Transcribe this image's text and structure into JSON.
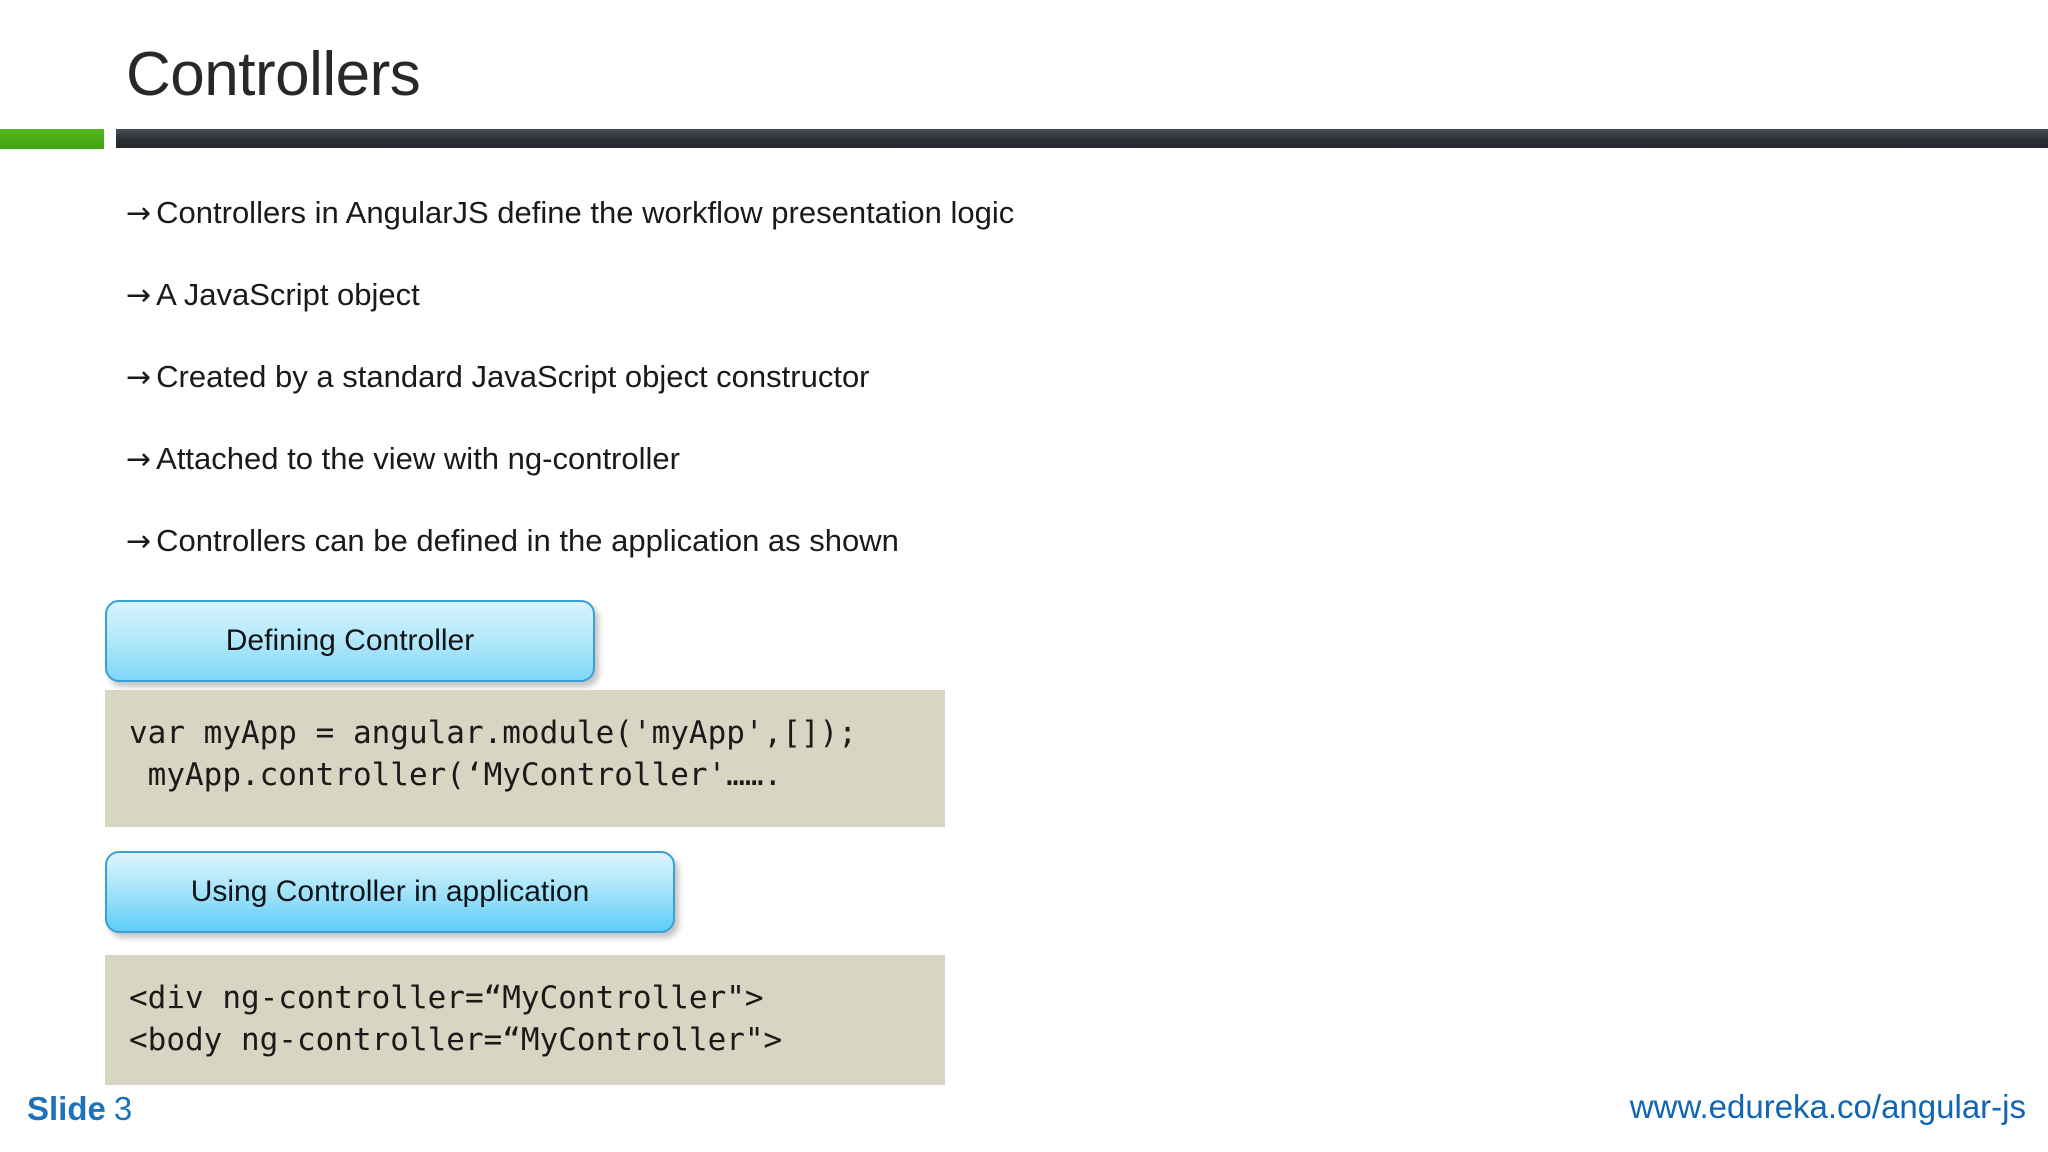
{
  "slide": {
    "title": "Controllers",
    "accent": {
      "green_color": "#4aa916",
      "dark_color": "#2c3036"
    },
    "bullets": [
      {
        "marker": "→",
        "text": "Controllers in AngularJS define the workflow presentation logic"
      },
      {
        "marker": "→",
        "text": "A JavaScript object"
      },
      {
        "marker": "→",
        "text": "Created by a standard JavaScript object constructor"
      },
      {
        "marker": "→",
        "text": "Attached to the view with ng-controller"
      },
      {
        "marker": "→",
        "text": "Controllers can be defined in the application as shown"
      }
    ],
    "sections": [
      {
        "label": "Defining Controller",
        "code": "var myApp = angular.module('myApp',[]);\n myApp.controller(‘MyController'……."
      },
      {
        "label": "Using Controller in application",
        "code": "<div ng-controller=“MyController\">\n<body ng-controller=“MyController\">"
      }
    ],
    "footer": {
      "slide_label": "Slide",
      "slide_number": "3",
      "url": "www.edureka.co/angular-js",
      "link_color": "#1066b3"
    }
  }
}
